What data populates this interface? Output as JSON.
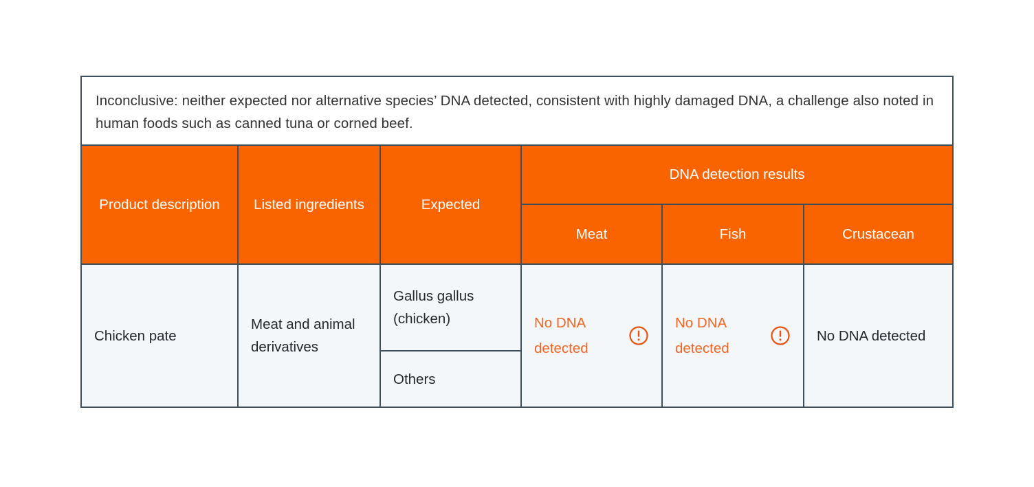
{
  "note": {
    "text": "Inconclusive: neither expected nor alternative species’ DNA detected, consistent with highly damaged DNA, a challenge also noted in human foods such as canned tuna or corned beef."
  },
  "colors": {
    "header_orange": "#fa6400",
    "alert_orange": "#f26522",
    "border": "#3d4f5d",
    "cell_bg": "#f4f7fa",
    "text_dark": "#22292f"
  },
  "header": {
    "product_description": "Product description",
    "listed_ingredients": "Listed ingredients",
    "expected": "Expected",
    "dna_group": "DNA detection results",
    "sub": {
      "meat": "Meat",
      "fish": "Fish",
      "crustacean": "Crustacean"
    }
  },
  "row": {
    "product_description": "Chicken pate",
    "listed_ingredients": "Meat and animal derivatives",
    "expected_primary": "Gallus gallus (chicken)",
    "expected_secondary": "Others",
    "results": {
      "meat": {
        "text": "No DNA detected",
        "alert": true,
        "icon": "alert-circle-icon"
      },
      "fish": {
        "text": "No DNA detected",
        "alert": true,
        "icon": "alert-circle-icon"
      },
      "crustacean": {
        "text": "No DNA detected",
        "alert": false,
        "icon": null
      }
    }
  }
}
